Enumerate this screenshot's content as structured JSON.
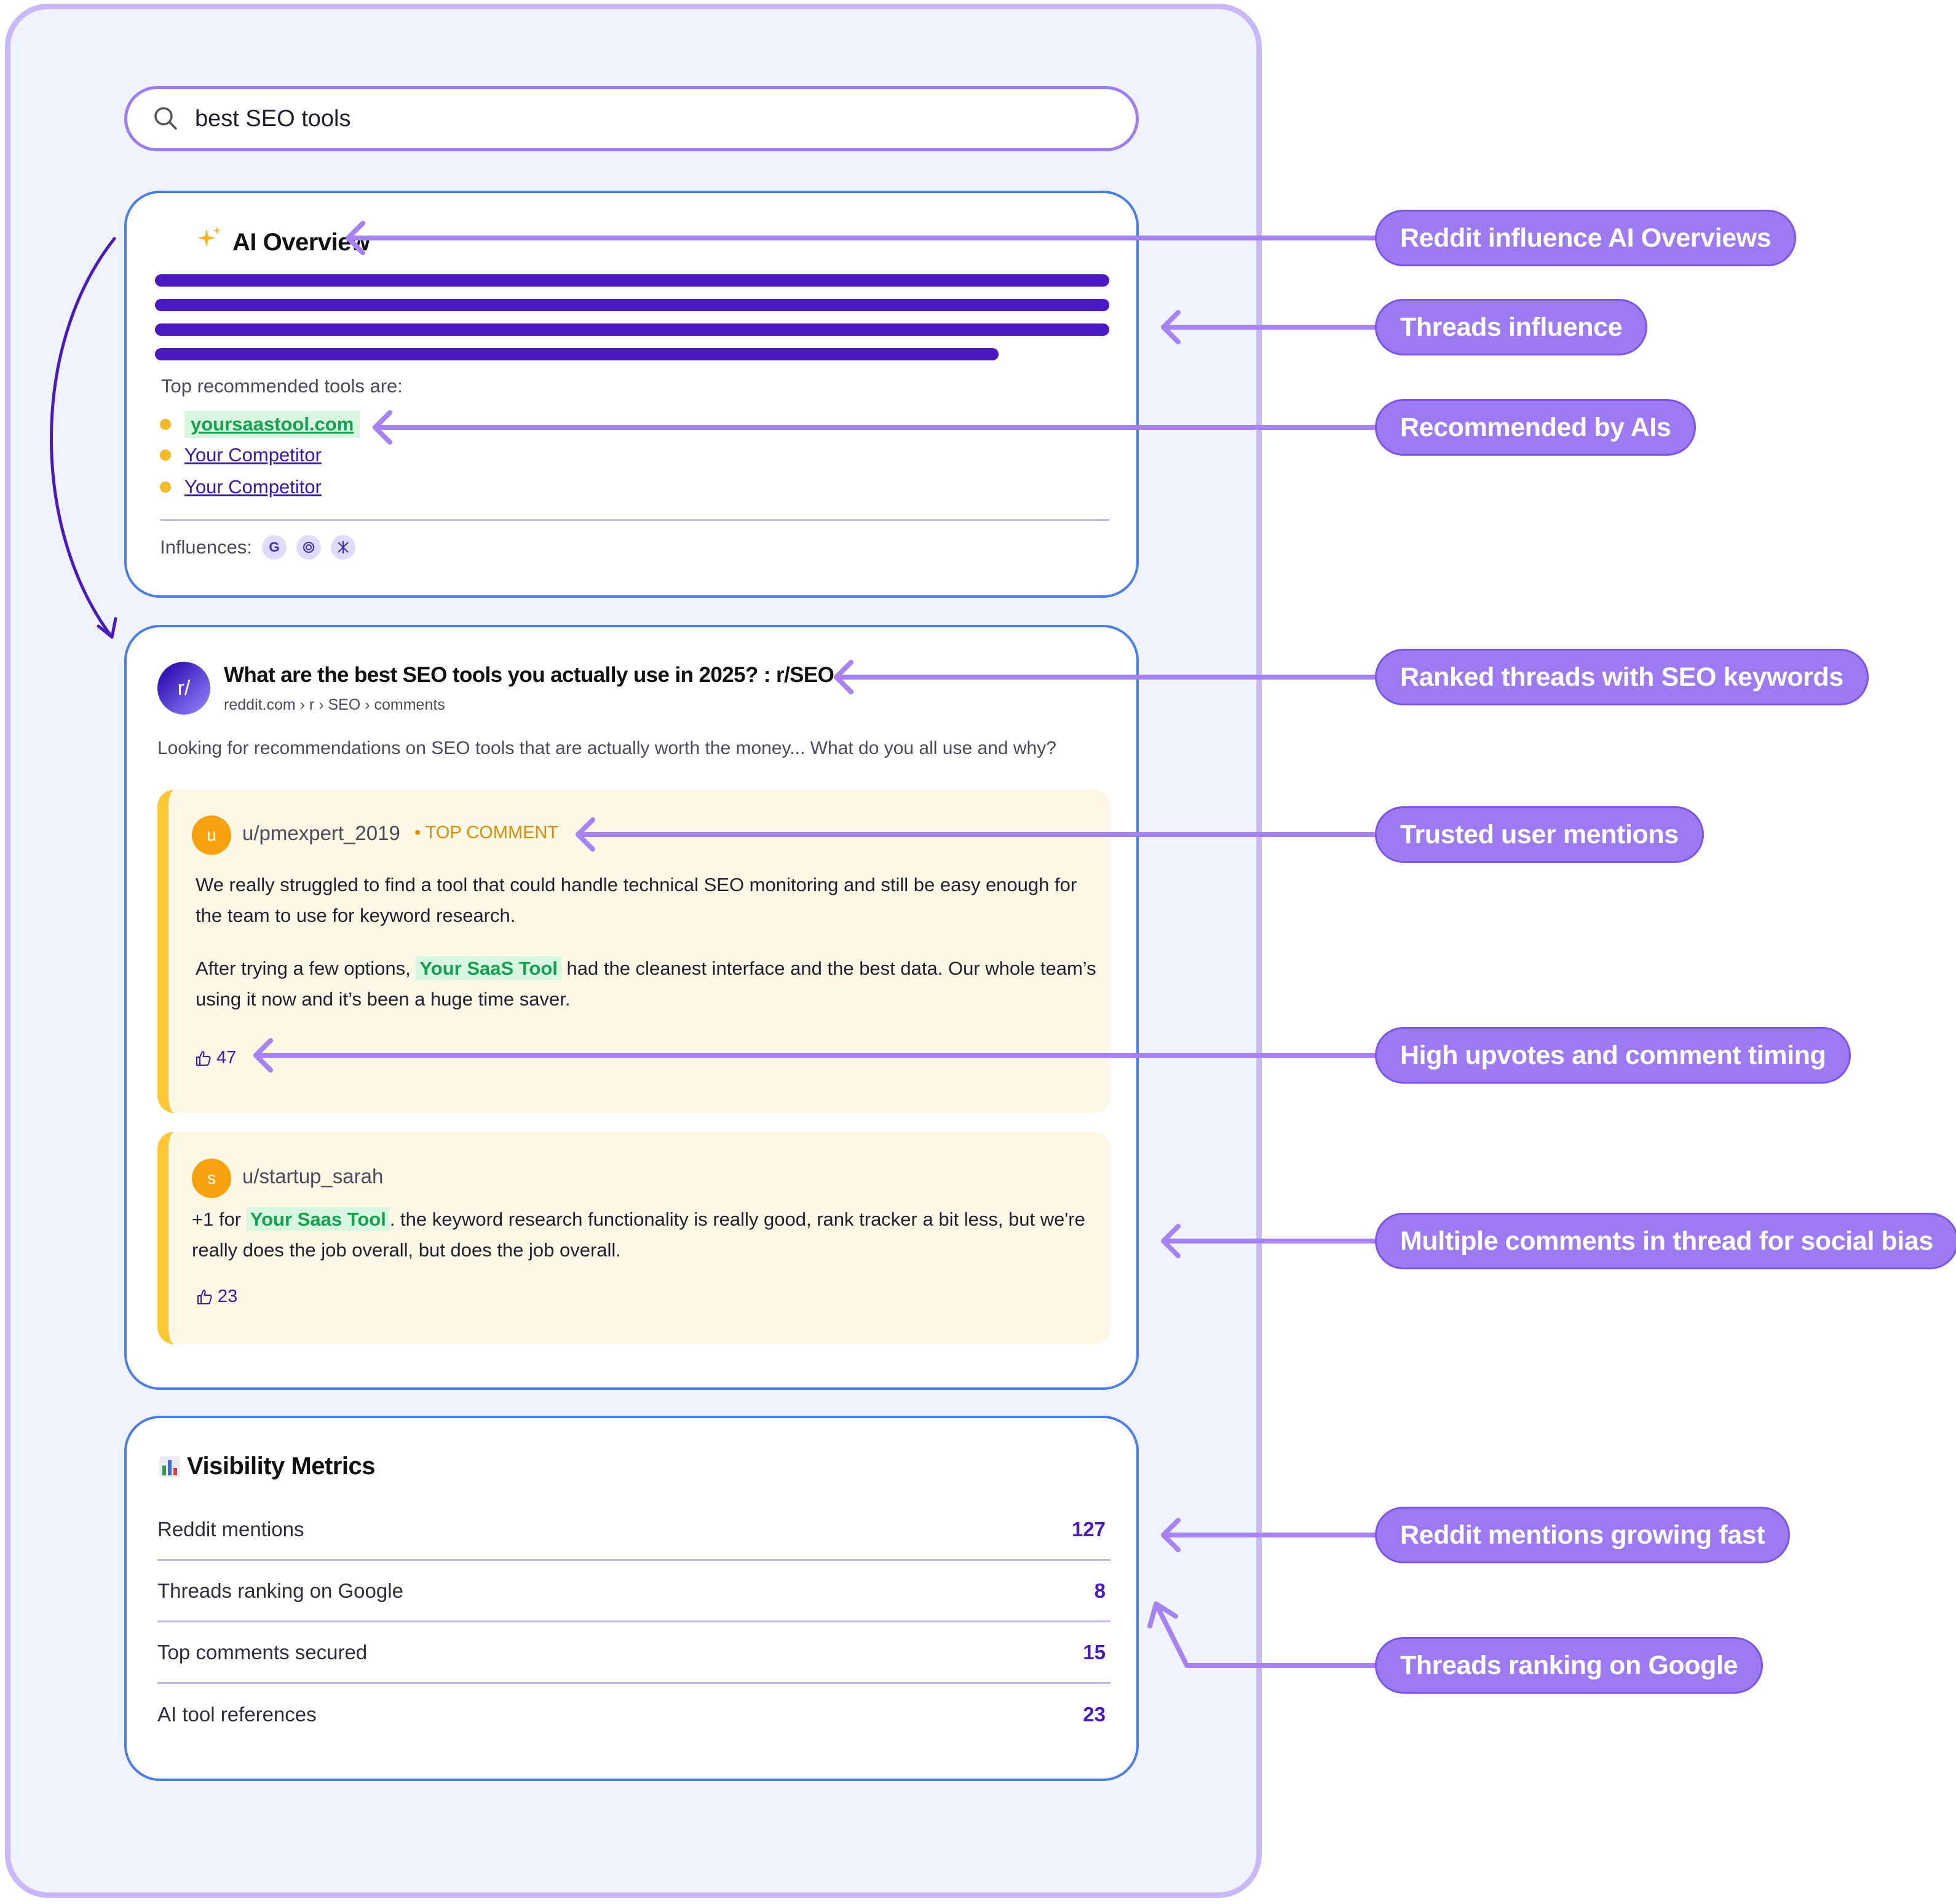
{
  "search": {
    "query": "best SEO tools"
  },
  "ai_overview": {
    "title": "AI Overview",
    "top_tools_label": "Top recommended tools are:",
    "tools": [
      {
        "label": "yoursaastool.com",
        "highlighted": true
      },
      {
        "label": "Your Competitor",
        "highlighted": false
      },
      {
        "label": "Your Competitor",
        "highlighted": false
      }
    ],
    "influences_label": "Influences:",
    "influence_icons": [
      "google-icon",
      "chatgpt-icon",
      "perplexity-icon"
    ]
  },
  "thread": {
    "avatar": "r/",
    "title": "What are the best SEO tools you actually use in 2025? : r/SEO",
    "breadcrumb": "reddit.com › r › SEO › comments",
    "description": "Looking for recommendations on SEO tools that are actually worth the money... What do you all use and why?",
    "comments": [
      {
        "avatar": "u",
        "user": "u/pmexpert_2019",
        "badge": "• TOP COMMENT",
        "p1": "We really struggled to find a tool that could handle technical SEO monitoring and still be easy enough for the team to use for keyword research.",
        "p2_before": "After trying a few options, ",
        "p2_highlight": "Your SaaS Tool",
        "p2_after": " had the cleanest interface and the best data. Our whole team’s using it now and it’s been a huge time saver.",
        "votes": "47"
      },
      {
        "avatar": "s",
        "user": "u/startup_sarah",
        "text_before": "+1 for ",
        "text_highlight": "Your Saas Tool",
        "text_after": ".  the keyword research functionality is really good, rank tracker a bit less, but we're really does the job overall, but does the job overall.",
        "votes": "23"
      }
    ]
  },
  "metrics": {
    "title": "Visibility Metrics",
    "rows": [
      {
        "label": "Reddit mentions",
        "value": "127"
      },
      {
        "label": "Threads ranking on Google",
        "value": "8"
      },
      {
        "label": "Top comments secured",
        "value": "15"
      },
      {
        "label": "AI tool references",
        "value": "23"
      }
    ]
  },
  "callouts": [
    "Reddit influence AI Overviews",
    "Threads influence",
    "Recommended by AIs",
    "Ranked threads with SEO keywords",
    "Trusted user mentions",
    "High upvotes and comment timing",
    "Multiple comments in thread for social bias",
    "Reddit mentions growing fast",
    "Threads ranking on Google"
  ],
  "colors": {
    "accent": "#9d79f2",
    "brand_dark": "#4a19c2",
    "highlight_green": "#14a14f",
    "comment_bg": "#fdf7e6",
    "comment_bar": "#fec735"
  }
}
